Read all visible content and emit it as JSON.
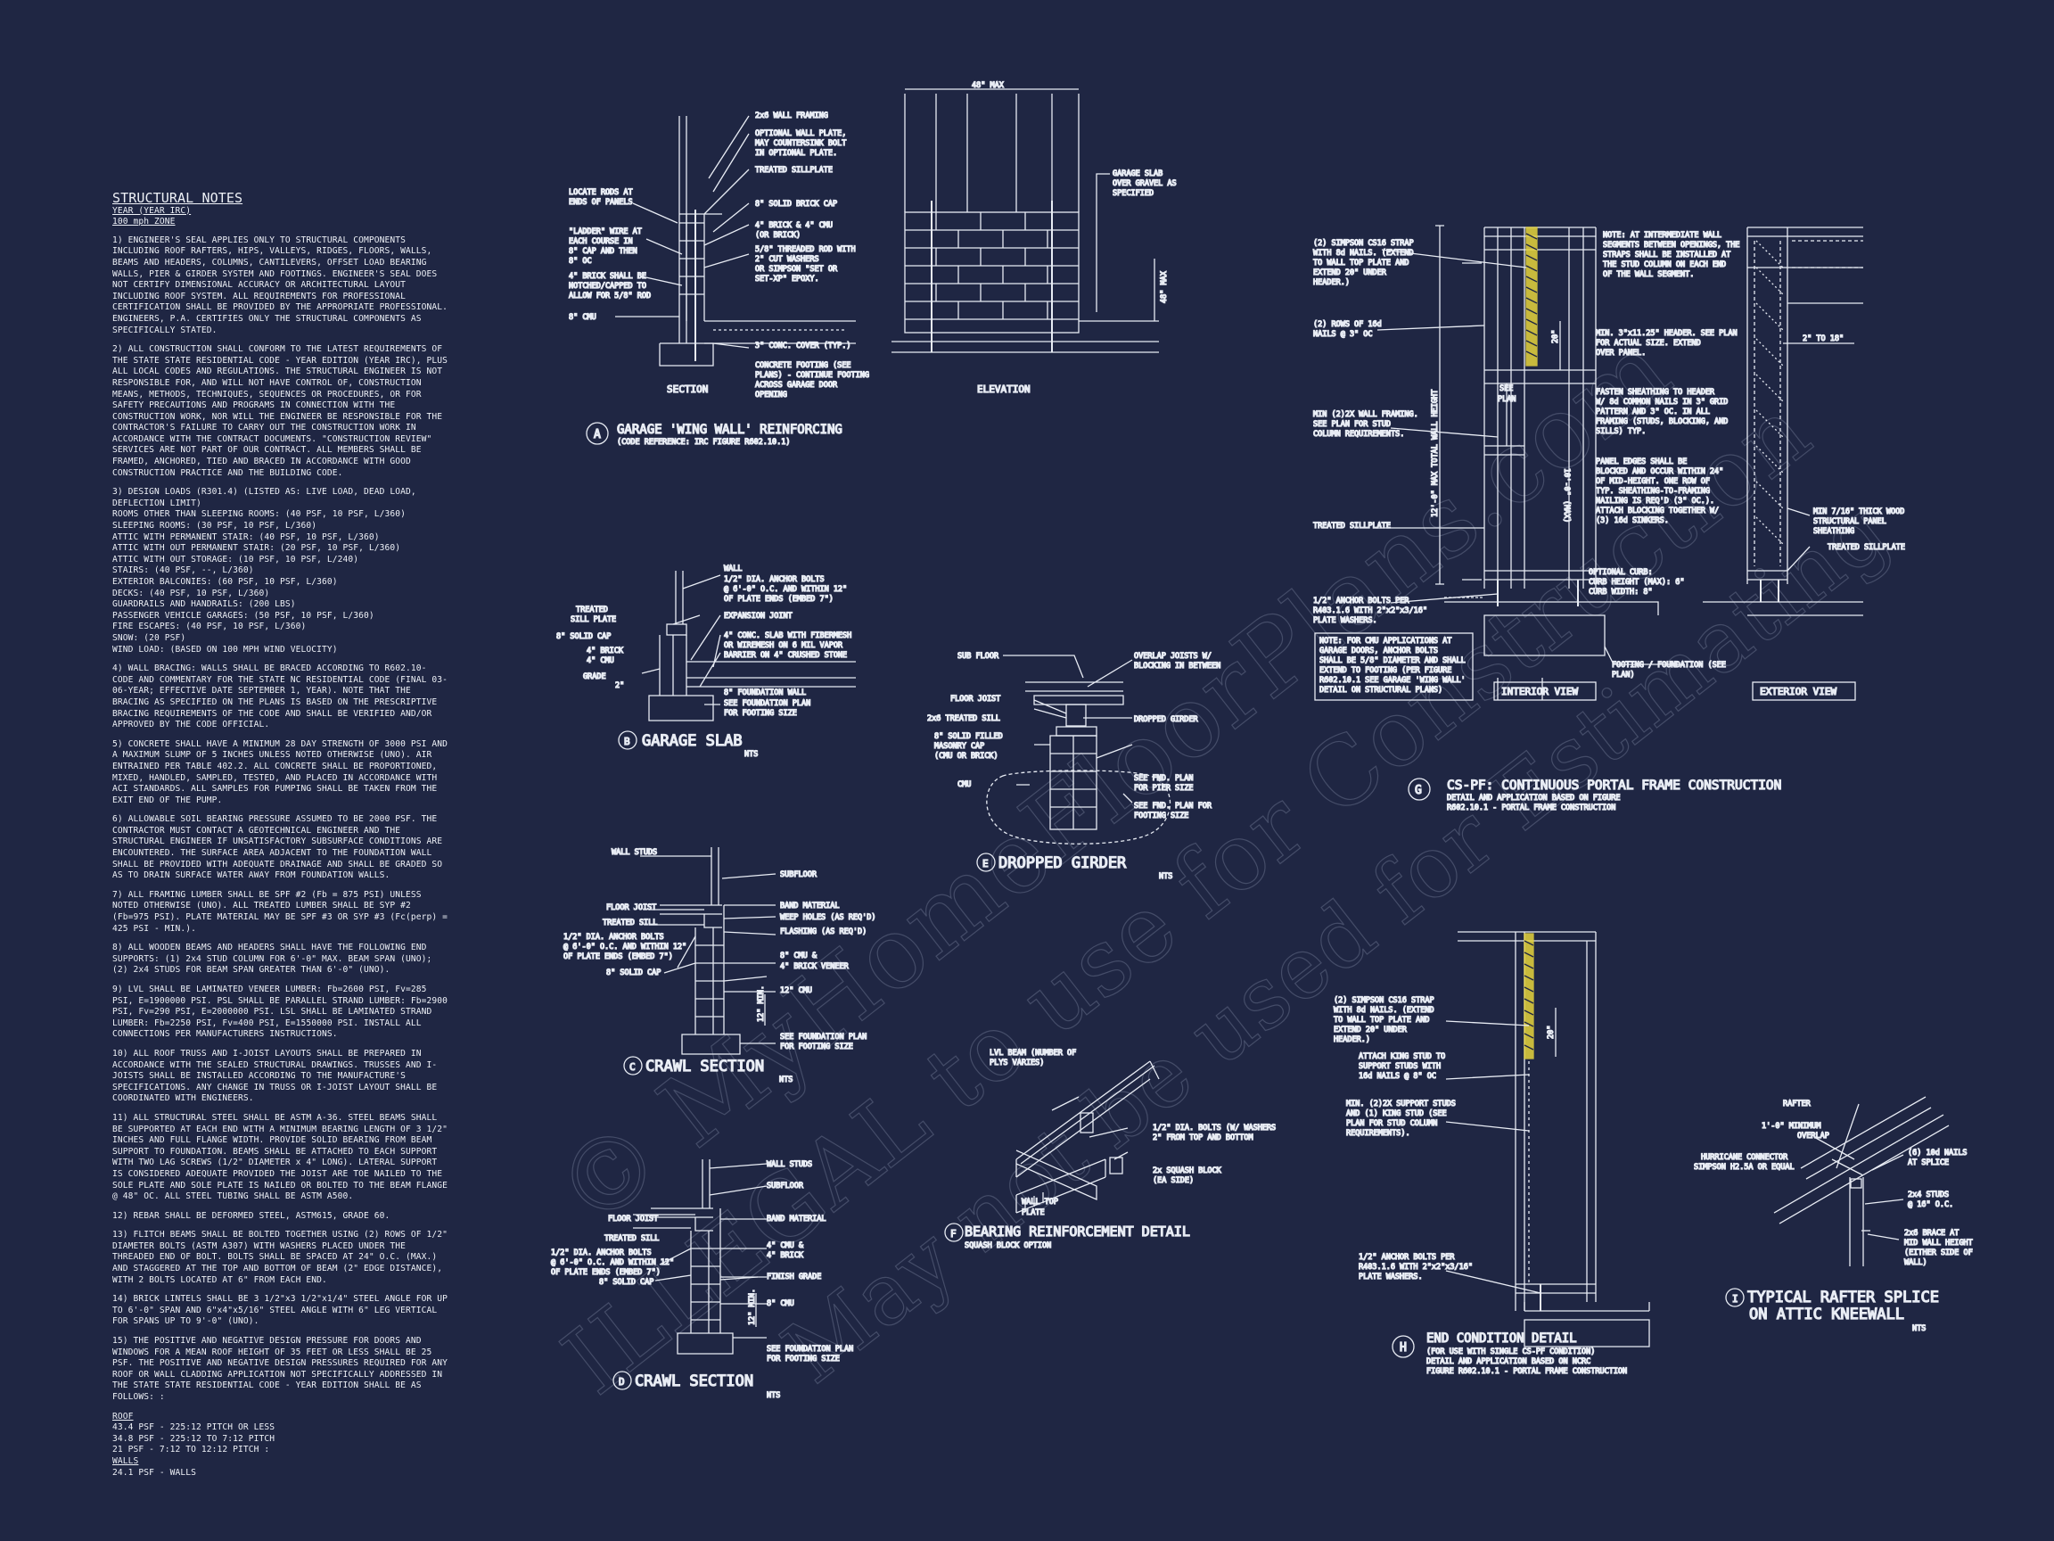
{
  "colors": {
    "background": "#1f2643",
    "lines": "#e8ecf4",
    "highlight": "#e6d43c",
    "watermark": "#8a93ad"
  },
  "notes": {
    "title": "STRUCTURAL NOTES",
    "code_year": "YEAR (YEAR IRC)",
    "wind_zone": "100 mph ZONE",
    "paragraphs": [
      "1) ENGINEER'S SEAL APPLIES ONLY TO STRUCTURAL COMPONENTS INCLUDING ROOF RAFTERS, HIPS, VALLEYS, RIDGES, FLOORS, WALLS, BEAMS AND HEADERS, COLUMNS, CANTILEVERS, OFFSET LOAD BEARING WALLS, PIER & GIRDER SYSTEM AND FOOTINGS. ENGINEER'S SEAL DOES NOT CERTIFY DIMENSIONAL ACCURACY OR ARCHITECTURAL LAYOUT INCLUDING ROOF SYSTEM. ALL REQUIREMENTS FOR PROFESSIONAL CERTIFICATION SHALL BE PROVIDED BY THE APPROPRIATE PROFESSIONAL. ENGINEERS, P.A. CERTIFIES ONLY THE STRUCTURAL COMPONENTS AS SPECIFICALLY STATED.",
      "2) ALL CONSTRUCTION SHALL CONFORM TO THE LATEST REQUIREMENTS OF THE STATE STATE RESIDENTIAL CODE - YEAR EDITION (YEAR IRC), PLUS ALL LOCAL CODES AND REGULATIONS. THE STRUCTURAL ENGINEER IS NOT RESPONSIBLE FOR, AND WILL NOT HAVE CONTROL OF, CONSTRUCTION MEANS, METHODS, TECHNIQUES, SEQUENCES OR PROCEDURES, OR FOR SAFETY PRECAUTIONS AND PROGRAMS IN CONNECTION WITH THE CONSTRUCTION WORK, NOR WILL THE ENGINEER BE RESPONSIBLE FOR THE CONTRACTOR'S FAILURE TO CARRY OUT THE CONSTRUCTION WORK IN ACCORDANCE WITH THE CONTRACT DOCUMENTS. \"CONSTRUCTION REVIEW\" SERVICES ARE NOT PART OF OUR CONTRACT. ALL MEMBERS SHALL BE FRAMED, ANCHORED, TIED AND BRACED IN ACCORDANCE WITH GOOD CONSTRUCTION PRACTICE AND THE BUILDING CODE.",
      "3) DESIGN LOADS (R301.4) (LISTED AS: LIVE LOAD, DEAD LOAD, DEFLECTION LIMIT)\nROOMS OTHER THAN SLEEPING ROOMS: (40 PSF, 10 PSF, L/360)\nSLEEPING ROOMS: (30 PSF, 10 PSF, L/360)\nATTIC WITH PERMANENT STAIR: (40 PSF, 10 PSF, L/360)\nATTIC WITH OUT PERMANENT STAIR: (20 PSF, 10 PSF, L/360)\nATTIC WITH OUT STORAGE: (10 PSF, 10 PSF, L/240)\nSTAIRS: (40 PSF, --, L/360)\nEXTERIOR BALCONIES: (60 PSF, 10 PSF, L/360)\nDECKS: (40 PSF, 10 PSF, L/360)\nGUARDRAILS AND HANDRAILS: (200 LBS)\nPASSENGER VEHICLE GARAGES: (50 PSF, 10 PSF, L/360)\nFIRE ESCAPES: (40 PSF, 10 PSF, L/360)\nSNOW: (20 PSF)\nWIND LOAD: (BASED ON 100 MPH WIND VELOCITY)",
      "4) WALL BRACING: WALLS SHALL BE BRACED ACCORDING TO R602.10- CODE AND COMMENTARY FOR THE STATE NC RESIDENTIAL CODE (FINAL 03-06-YEAR; EFFECTIVE DATE SEPTEMBER 1, YEAR). NOTE THAT THE BRACING AS SPECIFIED ON THE PLANS IS BASED ON THE PRESCRIPTIVE BRACING REQUIREMENTS OF THE CODE AND SHALL BE VERIFIED AND/OR APPROVED BY THE CODE OFFICIAL.",
      "5) CONCRETE SHALL HAVE A MINIMUM 28 DAY STRENGTH OF 3000 PSI AND A MAXIMUM SLUMP OF 5 INCHES UNLESS NOTED OTHERWISE (UNO). AIR ENTRAINED PER TABLE 402.2. ALL CONCRETE SHALL BE PROPORTIONED, MIXED, HANDLED, SAMPLED, TESTED, AND PLACED IN ACCORDANCE WITH ACI STANDARDS. ALL SAMPLES FOR PUMPING SHALL BE TAKEN FROM THE EXIT END OF THE PUMP.",
      "6) ALLOWABLE SOIL BEARING PRESSURE ASSUMED TO BE 2000 PSF. THE CONTRACTOR MUST CONTACT A GEOTECHNICAL ENGINEER AND THE STRUCTURAL ENGINEER IF UNSATISFACTORY SUBSURFACE CONDITIONS ARE ENCOUNTERED. THE SURFACE AREA ADJACENT TO THE FOUNDATION WALL SHALL BE PROVIDED WITH ADEQUATE DRAINAGE AND SHALL BE GRADED SO AS TO DRAIN SURFACE WATER AWAY FROM FOUNDATION WALLS.",
      "7) ALL FRAMING LUMBER SHALL BE SPF #2 (Fb = 875 PSI) UNLESS NOTED OTHERWISE (UNO). ALL TREATED LUMBER SHALL BE SYP #2 (Fb=975 PSI). PLATE MATERIAL MAY BE SPF #3 OR SYP #3 (Fc(perp) = 425 PSI - MIN.).",
      "8) ALL WOODEN BEAMS AND HEADERS SHALL HAVE THE FOLLOWING END SUPPORTS: (1) 2x4 STUD COLUMN FOR 6'-0\" MAX. BEAM SPAN (UNO); (2) 2x4 STUDS FOR BEAM SPAN GREATER THAN 6'-0\" (UNO).",
      "9) LVL SHALL BE LAMINATED VENEER LUMBER: Fb=2600 PSI, Fv=285 PSI, E=1900000 PSI. PSL SHALL BE PARALLEL STRAND LUMBER: Fb=2900 PSI, Fv=290 PSI, E=2000000 PSI. LSL SHALL BE LAMINATED STRAND LUMBER: Fb=2250 PSI, Fv=400 PSI, E=1550000 PSI. INSTALL ALL CONNECTIONS PER MANUFACTURERS INSTRUCTIONS.",
      "10) ALL ROOF TRUSS AND I-JOIST LAYOUTS SHALL BE PREPARED IN ACCORDANCE WITH THE SEALED STRUCTURAL DRAWINGS. TRUSSES AND I-JOISTS SHALL BE INSTALLED ACCORDING TO THE MANUFACTURE'S SPECIFICATIONS. ANY CHANGE IN TRUSS OR I-JOIST LAYOUT SHALL BE COORDINATED WITH ENGINEERS.",
      "11) ALL STRUCTURAL STEEL SHALL BE ASTM A-36. STEEL BEAMS SHALL BE SUPPORTED AT EACH END WITH A MINIMUM BEARING LENGTH OF 3 1/2\" INCHES AND FULL FLANGE WIDTH. PROVIDE SOLID BEARING FROM BEAM SUPPORT TO FOUNDATION. BEAMS SHALL BE ATTACHED TO EACH SUPPORT WITH TWO LAG SCREWS (1/2\" DIAMETER x 4\" LONG). LATERAL SUPPORT IS CONSIDERED ADEQUATE PROVIDED THE JOIST ARE TOE NAILED TO THE SOLE PLATE AND SOLE PLATE IS NAILED OR BOLTED TO THE BEAM FLANGE @ 48\" OC. ALL STEEL TUBING SHALL BE ASTM A500.",
      "12) REBAR SHALL BE DEFORMED STEEL, ASTM615, GRADE 60.",
      "13) FLITCH BEAMS SHALL BE BOLTED TOGETHER USING (2) ROWS OF 1/2\" DIAMETER BOLTS (ASTM A307) WITH WASHERS PLACED UNDER THE THREADED END OF BOLT. BOLTS SHALL BE SPACED AT 24\" O.C. (MAX.) AND STAGGERED AT THE TOP AND BOTTOM OF BEAM (2\" EDGE DISTANCE), WITH 2 BOLTS LOCATED AT 6\" FROM EACH END.",
      "14) BRICK LINTELS SHALL BE 3 1/2\"x3 1/2\"x1/4\" STEEL ANGLE FOR UP TO 6'-0\" SPAN AND 6\"x4\"x5/16\" STEEL ANGLE WITH 6\" LEG VERTICAL FOR SPANS UP TO 9'-0\" (UNO).",
      "15) THE POSITIVE AND NEGATIVE DESIGN PRESSURE FOR DOORS AND WINDOWS FOR A MEAN ROOF HEIGHT OF 35 FEET OR LESS SHALL BE 25 PSF. THE POSITIVE AND NEGATIVE DESIGN PRESSURES REQUIRED FOR ANY ROOF OR WALL CLADDING APPLICATION NOT SPECIFICALLY ADDRESSED IN THE STATE STATE RESIDENTIAL CODE - YEAR EDITION SHALL BE AS FOLLOWS: :"
    ],
    "roof_head": "ROOF",
    "roof_lines": [
      "43.4 PSF - 225:12 PITCH OR LESS",
      "34.8 PSF - 225:12 TO 7:12 PITCH",
      "21 PSF - 7:12 TO 12:12 PITCH :"
    ],
    "walls_head": "WALLS",
    "walls_lines": [
      "24.1 PSF - WALLS"
    ]
  },
  "watermark": {
    "line1": "© MyHomeFloorPlans.com",
    "line2": "ILLEGAL to use for Construction",
    "line3": "May not be used for Estimating"
  },
  "details": {
    "A": {
      "letter": "A",
      "title": "GARAGE 'WING WALL' REINFORCING",
      "sub": "(CODE REFERENCE: IRC FIGURE R602.10.1)",
      "section": "SECTION",
      "elevation": "ELEVATION",
      "max_top": "48\" MAX",
      "max_side": "48\" MAX",
      "labels_left": [
        "LOCATE RODS AT",
        "ENDS OF PANELS",
        "\"LADDER\" WIRE AT",
        "EACH COURSE IN",
        "8\" CAP AND THEN",
        "8\" OC",
        "4\" BRICK SHALL BE",
        "NOTCHED/CAPPED TO",
        "ALLOW FOR 5/8\" ROD",
        "8\" CMU"
      ],
      "labels_right": [
        "2x6 WALL FRAMING",
        "OPTIONAL WALL PLATE,",
        "MAY COUNTERSINK BOLT",
        "IN OPTIONAL PLATE.",
        "TREATED SILLPLATE",
        "8\" SOLID BRICK CAP",
        "4\" BRICK & 4\" CMU",
        "(OR BRICK)",
        "5/8\" THREADED ROD WITH",
        "2\" CUT WASHERS",
        "OR SIMPSON \"SET OR",
        "SET-XP\" EPOXY.",
        "3\" CONC. COVER (TYP.)",
        "CONCRETE FOOTING (SEE",
        "PLANS) - CONTINUE FOOTING",
        "ACROSS GARAGE DOOR",
        "OPENING"
      ],
      "labels_elev": [
        "GARAGE SLAB",
        "OVER GRAVEL AS",
        "SPECIFIED"
      ]
    },
    "B": {
      "letter": "B",
      "title": "GARAGE SLAB",
      "nts": "NTS",
      "labels_left": [
        "TREATED",
        "SILL PLATE",
        "8\" SOLID CAP",
        "4\" BRICK",
        "4\" CMU",
        "GRADE",
        "2\""
      ],
      "labels_right": [
        "WALL",
        "1/2\" DIA. ANCHOR BOLTS",
        "@ 6'-0\" O.C. AND WITHIN 12\"",
        "OF PLATE ENDS (EMBED 7\")",
        "EXPANSION JOINT",
        "4\" CONC. SLAB WITH FIBERMESH",
        "OR WIREMESH ON 6 MIL VAPOR",
        "BARRIER ON 4\" CRUSHED STONE",
        "8\" FOUNDATION WALL",
        "SEE FOUNDATION PLAN",
        "FOR FOOTING SIZE"
      ]
    },
    "C": {
      "letter": "C",
      "title": "CRAWL SECTION",
      "nts": "NTS",
      "labels_left": [
        "WALL STUDS",
        "FLOOR JOIST",
        "TREATED SILL",
        "1/2\" DIA. ANCHOR BOLTS",
        "@ 6'-0\" O.C. AND WITHIN 12\"",
        "OF PLATE ENDS (EMBED 7\")",
        "8\" SOLID CAP"
      ],
      "labels_right": [
        "SUBFLOOR",
        "BAND MATERIAL",
        "WEEP HOLES (AS REQ'D)",
        "FLASHING (AS REQ'D)",
        "8\" CMU &",
        "4\" BRICK VENEER",
        "12\" CMU",
        "SEE FOUNDATION PLAN",
        "FOR FOOTING SIZE"
      ],
      "dim": "12\" MIN."
    },
    "D": {
      "letter": "D",
      "title": "CRAWL SECTION",
      "nts": "NTS",
      "labels_left": [
        "FLOOR JOIST",
        "TREATED SILL",
        "1/2\" DIA. ANCHOR BOLTS",
        "@ 6'-0\" O.C. AND WITHIN 12\"",
        "OF PLATE ENDS (EMBED 7\")",
        "8\" SOLID CAP"
      ],
      "labels_right": [
        "WALL STUDS",
        "SUBFLOOR",
        "BAND MATERIAL",
        "4\" CMU &",
        "4\" BRICK",
        "FINISH GRADE",
        "8\" CMU",
        "SEE FOUNDATION PLAN",
        "FOR FOOTING SIZE"
      ],
      "dim": "12\" MIN."
    },
    "E": {
      "letter": "E",
      "title": "DROPPED GIRDER",
      "nts": "NTS",
      "labels_left": [
        "SUB FLOOR",
        "FLOOR JOIST",
        "2x6 TREATED SILL",
        "8\" SOLID FILLED",
        "MASONRY CAP",
        "(CMU OR BRICK)",
        "CMU"
      ],
      "labels_right": [
        "OVERLAP JOISTS W/",
        "BLOCKING IN BETWEEN",
        "DROPPED GIRDER",
        "SEE FND. PLAN",
        "FOR PIER SIZE",
        "SEE FND. PLAN FOR",
        "FOOTING SIZE"
      ]
    },
    "F": {
      "letter": "F",
      "title": "BEARING REINFORCEMENT DETAIL",
      "sub": "SQUASH BLOCK OPTION",
      "labels": [
        "LVL BEAM (NUMBER OF",
        "PLYS VARIES)",
        "1/2\" DIA. BOLTS (W/ WASHERS",
        "2\" FROM TOP AND BOTTOM",
        "2x SQUASH BLOCK",
        "(EA SIDE)",
        "WALL TOP",
        "PLATE"
      ]
    },
    "G": {
      "letter": "G",
      "title": "CS-PF: CONTINUOUS PORTAL FRAME CONSTRUCTION",
      "sub1": "DETAIL AND APPLICATION BASED ON FIGURE",
      "sub2": "R602.10.1 - PORTAL FRAME CONSTRUCTION",
      "interior": "INTERIOR VIEW",
      "exterior": "EXTERIOR VIEW",
      "dim_total": "12'-0\" MAX TOTAL WALL HEIGHT",
      "dim_wall": "10'-0\" (MAX)",
      "dim_20": "20\"",
      "see_plan": "SEE",
      "see_plan2": "PLAN",
      "dim_2to18": "2\" TO 18\"",
      "labels_left": [
        "(2) SIMPSON CS16 STRAP",
        "WITH 8d NAILS. (EXTEND",
        "TO WALL TOP PLATE AND",
        "EXTEND 20\" UNDER",
        "HEADER.)",
        "(2) ROWS OF 16d",
        "NAILS @ 3\" OC",
        "MIN (2)2X WALL FRAMING.",
        "SEE PLAN FOR STUD",
        "COLUMN REQUIREMENTS.",
        "TREATED SILLPLATE",
        "1/2\" ANCHOR BOLTS PER",
        "R403.1.6 WITH 2\"x2\"x3/16\"",
        "PLATE WASHERS."
      ],
      "note_box": [
        "NOTE: FOR CMU APPLICATIONS AT",
        "GARAGE DOORS, ANCHOR BOLTS",
        "SHALL BE 5/8\" DIAMETER AND SHALL",
        "EXTEND TO FOOTING (PER FIGURE",
        "R602.10.1 SEE GARAGE 'WING WALL'",
        "DETAIL ON STRUCTURAL PLANS)"
      ],
      "labels_mid": [
        "NOTE: AT INTERMEDIATE WALL",
        "SEGMENTS BETWEEN OPENINGS, THE",
        "STRAPS SHALL BE INSTALLED AT",
        "THE STUD COLUMN ON EACH END",
        "OF THE WALL SEGMENT.",
        "MIN. 3\"x11.25\" HEADER. SEE PLAN",
        "FOR ACTUAL SIZE. EXTEND",
        "OVER PANEL.",
        "FASTEN SHEATHING TO HEADER",
        "W/ 8d COMMON NAILS IN 3\" GRID",
        "PATTERN AND 3\" OC. IN ALL",
        "FRAMING (STUDS, BLOCKING, AND",
        "SILLS) TYP.",
        "PANEL EDGES SHALL BE",
        "BLOCKED AND OCCUR WITHIN 24\"",
        "OF MID-HEIGHT. ONE ROW OF",
        "TYP. SHEATHING-TO-FRAMING",
        "NAILING IS REQ'D (3\" OC.).",
        "ATTACH BLOCKING TOGETHER W/",
        "(3) 16d SINKERS.",
        "OPTIONAL CURB:",
        "CURB HEIGHT (MAX): 6\"",
        "CURB WIDTH: 8\"",
        "FOOTING / FOUNDATION (SEE",
        "PLAN)"
      ],
      "labels_ext": [
        "MIN 7/16\" THICK WOOD",
        "STRUCTURAL PANEL",
        "SHEATHING",
        "TREATED SILLPLATE"
      ]
    },
    "H": {
      "letter": "H",
      "title": "END CONDITION DETAIL",
      "sub1": "(FOR USE WITH SINGLE CS-PF CONDITION)",
      "sub2": "DETAIL AND APPLICATION BASED ON NCRC",
      "sub3": "FIGURE R602.10.1 - PORTAL FRAME CONSTRUCTION",
      "dim": "20\"",
      "labels": [
        "(2) SIMPSON CS16 STRAP",
        "WITH 8d NAILS. (EXTEND",
        "TO WALL TOP PLATE AND",
        "EXTEND 20\" UNDER",
        "HEADER.)",
        "ATTACH KING STUD TO",
        "SUPPORT STUDS WITH",
        "16d NAILS @ 8\" OC",
        "MIN. (2)2X SUPPORT STUDS",
        "AND (1) KING STUD (SEE",
        "PLAN FOR STUD COLUMN",
        "REQUIREMENTS).",
        "1/2\" ANCHOR BOLTS PER",
        "R403.1.6 WITH 2\"x2\"x3/16\"",
        "PLATE WASHERS."
      ]
    },
    "I": {
      "letter": "I",
      "title1": "TYPICAL RAFTER SPLICE",
      "title2": "ON ATTIC KNEEWALL",
      "nts": "NTS",
      "labels": [
        "RAFTER",
        "1'-0\" MINIMUM",
        "OVERLAP",
        "HURRICANE CONNECTOR",
        "SIMPSON H2.5A OR EQUAL",
        "(6) 10d NAILS",
        "AT SPLICE",
        "2x4 STUDS",
        "@ 16\" O.C.",
        "2x6 BRACE AT",
        "MID WALL HEIGHT",
        "(EITHER SIDE OF",
        "WALL)"
      ]
    }
  }
}
